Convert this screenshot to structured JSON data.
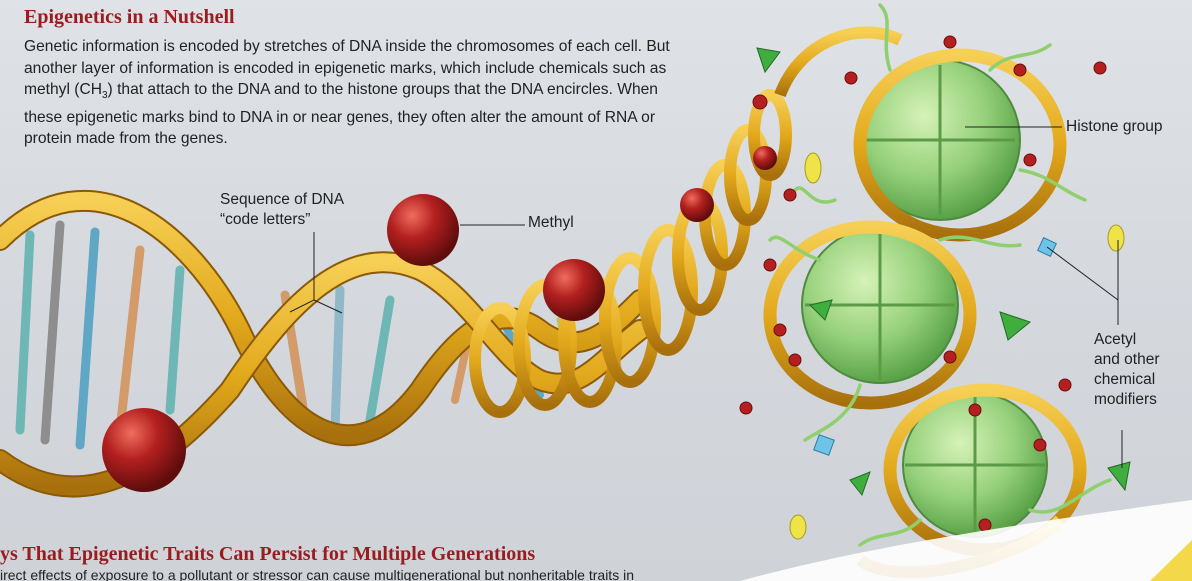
{
  "header": {
    "title": "Epigenetics in a Nutshell",
    "intro_part1": "Genetic information is encoded by stretches of DNA inside the chromosomes of each cell. But another layer of information is encoded in epigenetic marks, which include chemicals such as methyl (CH",
    "intro_sub": "3",
    "intro_part2": ") that attach to the DNA and to the histone groups that the DNA encircles. When these epigenetic marks bind to DNA in or near genes, they often alter the amount of RNA or protein made from the genes."
  },
  "labels": {
    "sequence_line1": "Sequence of DNA",
    "sequence_line2": "“code letters”",
    "methyl": "Methyl",
    "histone": "Histone group",
    "acetyl_line1": "Acetyl",
    "acetyl_line2": "and other",
    "acetyl_line3": "chemical",
    "acetyl_line4": "modifiers"
  },
  "next_section": {
    "heading": "ys That Epigenetic Traits Can Persist for Multiple Generations",
    "text": "irect effects of exposure to a pollutant or stressor can cause multigenerational but nonheritable traits in"
  },
  "colors": {
    "title": "#9b1b1e",
    "backbone": "#e3a91c",
    "histone": "#8fcf6e",
    "methyl": "#b3201f",
    "acetyl_green": "#3fae3f",
    "modifier_yellow": "#efe34a",
    "modifier_blue": "#6cc4e8"
  }
}
